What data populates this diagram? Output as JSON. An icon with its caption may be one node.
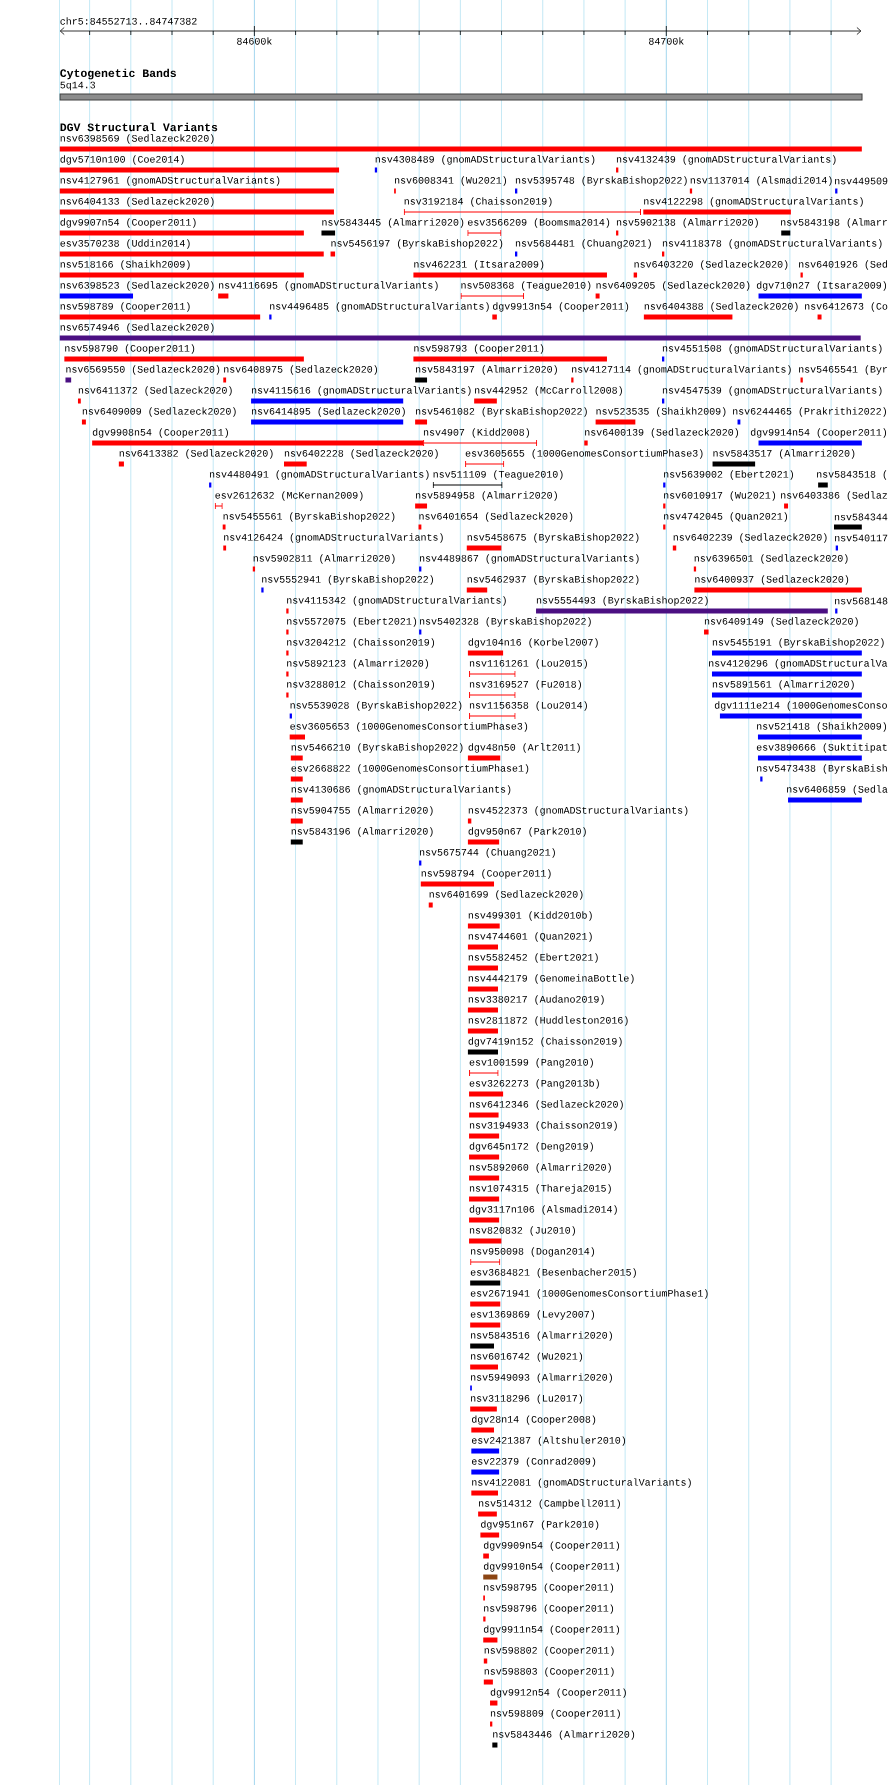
{
  "diagram": {
    "labels": [
      "chr5:84552713..84747382",
      "84600k",
      "84700k",
      "Cytogenetic Bands",
      "DGV Structural Variants"
    ],
    "nodes": [
      {
        "text": [],
        "shape": "bar",
        "beside": [
          "5q14.3"
        ]
      },
      {
        "text": [],
        "shape": "bar",
        "beside": [
          "nsv6398569 (Sedlazeck2020)"
        ]
      },
      {
        "text": [],
        "shape": "bar",
        "beside": [
          "dgv5710n100 (Coe2014)"
        ]
      },
      {
        "text": [],
        "shape": "bar",
        "beside": [
          "nsv4308489 (gnomADStructuralVariants)"
        ]
      },
      {
        "text": [],
        "shape": "bar",
        "beside": [
          "nsv4132439 (gnomADStructuralVariants)"
        ]
      },
      {
        "text": [],
        "shape": "bar",
        "beside": [
          "nsv4127961 (gnomADStructuralVariants)"
        ]
      },
      {
        "text": [],
        "shape": "bar",
        "beside": [
          "nsv6008341 (Wu2021)"
        ]
      },
      {
        "text": [],
        "shape": "bar",
        "beside": [
          "nsv5395748 (ByrskaBishop2022)"
        ]
      },
      {
        "text": [],
        "shape": "bar",
        "beside": [
          "nsv1137014 (Alsmadi2014)"
        ]
      },
      {
        "text": [],
        "shape": "bar",
        "beside": [
          "nsv449509"
        ]
      },
      {
        "text": [],
        "shape": "bar",
        "beside": [
          "nsv6404133 (Sedlazeck2020)"
        ]
      },
      {
        "text": [],
        "shape": "bar",
        "beside": [
          "nsv3192184 (Chaisson2019)"
        ]
      },
      {
        "text": [],
        "shape": "bar",
        "beside": [
          "nsv4122298 (gnomADStructuralVariants)"
        ]
      },
      {
        "text": [],
        "shape": "bar",
        "beside": [
          "dgv9907n54 (Cooper2011)"
        ]
      },
      {
        "text": [],
        "shape": "bar",
        "beside": [
          "nsv5843445 (Almarri2020)"
        ]
      },
      {
        "text": [],
        "shape": "bar",
        "beside": [
          "esv3566209 (Boomsma2014)"
        ]
      },
      {
        "text": [],
        "shape": "bar",
        "beside": [
          "nsv5902138 (Almarri2020)"
        ]
      },
      {
        "text": [],
        "shape": "bar",
        "beside": [
          "nsv5843198 (Almarr"
        ]
      },
      {
        "text": [],
        "shape": "bar",
        "beside": [
          "esv3570238 (Uddin2014)"
        ]
      },
      {
        "text": [],
        "shape": "bar",
        "beside": [
          "nsv5456197 (ByrskaBishop2022)"
        ]
      },
      {
        "text": [],
        "shape": "bar",
        "beside": [
          "nsv5684481 (Chuang2021)"
        ]
      },
      {
        "text": [],
        "shape": "bar",
        "beside": [
          "nsv4118378 (gnomADStructuralVariants)"
        ]
      },
      {
        "text": [],
        "shape": "bar",
        "beside": [
          "nsv518166 (Shaikh2009)"
        ]
      },
      {
        "text": [],
        "shape": "bar",
        "beside": [
          "nsv462231 (Itsara2009)"
        ]
      },
      {
        "text": [],
        "shape": "bar",
        "beside": [
          "nsv6403220 (Sedlazeck2020)"
        ]
      },
      {
        "text": [],
        "shape": "bar",
        "beside": [
          "nsv6401926 (Sed"
        ]
      },
      {
        "text": [],
        "shape": "bar",
        "beside": [
          "nsv6398523 (Sedlazeck2020)"
        ]
      },
      {
        "text": [],
        "shape": "bar",
        "beside": [
          "nsv4116695 (gnomADStructuralVariants)"
        ]
      },
      {
        "text": [],
        "shape": "bar",
        "beside": [
          "nsv508368 (Teague2010)"
        ]
      },
      {
        "text": [],
        "shape": "bar",
        "beside": [
          "nsv6409205 (Sedlazeck2020)"
        ]
      },
      {
        "text": [],
        "shape": "bar",
        "beside": [
          "dgv710n27 (Itsara2009)"
        ]
      },
      {
        "text": [],
        "shape": "bar",
        "beside": [
          "nsv598789 (Cooper2011)"
        ]
      },
      {
        "text": [],
        "shape": "bar",
        "beside": [
          "nsv4496485 (gnomADStructuralVariants)"
        ]
      },
      {
        "text": [],
        "shape": "bar",
        "beside": [
          "dgv9913n54 (Cooper2011)"
        ]
      },
      {
        "text": [],
        "shape": "bar",
        "beside": [
          "nsv6404388 (Sedlazeck2020)"
        ]
      },
      {
        "text": [],
        "shape": "bar",
        "beside": [
          "nsv6412673 (Co"
        ]
      },
      {
        "text": [],
        "shape": "bar",
        "beside": [
          "nsv6574946 (Sedlazeck2020)"
        ]
      },
      {
        "text": [],
        "shape": "bar",
        "beside": [
          "nsv598790 (Cooper2011)"
        ]
      },
      {
        "text": [],
        "shape": "bar",
        "beside": [
          "nsv598793 (Cooper2011)"
        ]
      },
      {
        "text": [],
        "shape": "bar",
        "beside": [
          "nsv4551508 (gnomADStructuralVariants)"
        ]
      },
      {
        "text": [],
        "shape": "bar",
        "beside": [
          "nsv6569550 (Sedlazeck2020)"
        ]
      },
      {
        "text": [],
        "shape": "bar",
        "beside": [
          "nsv6408975 (Sedlazeck2020)"
        ]
      },
      {
        "text": [],
        "shape": "bar",
        "beside": [
          "nsv5843197 (Almarri2020)"
        ]
      },
      {
        "text": [],
        "shape": "bar",
        "beside": [
          "nsv4127114 (gnomADStructuralVariants)"
        ]
      },
      {
        "text": [],
        "shape": "bar",
        "beside": [
          "nsv5465541 (Byr"
        ]
      },
      {
        "text": [],
        "shape": "bar",
        "beside": [
          "nsv6411372 (Sedlazeck2020)"
        ]
      },
      {
        "text": [],
        "shape": "bar",
        "beside": [
          "nsv4115616 (gnomADStructuralVariants)"
        ]
      },
      {
        "text": [],
        "shape": "bar",
        "beside": [
          "nsv442952 (McCarroll2008)"
        ]
      },
      {
        "text": [],
        "shape": "bar",
        "beside": [
          "nsv4547539 (gnomADStructuralVariants)"
        ]
      },
      {
        "text": [],
        "shape": "bar",
        "beside": [
          "nsv6409009 (Sedlazeck2020)"
        ]
      },
      {
        "text": [],
        "shape": "bar",
        "beside": [
          "nsv6414895 (Sedlazeck2020)"
        ]
      },
      {
        "text": [],
        "shape": "bar",
        "beside": [
          "nsv5461082 (ByrskaBishop2022)"
        ]
      },
      {
        "text": [],
        "shape": "bar",
        "beside": [
          "nsv523535 (Shaikh2009)"
        ]
      },
      {
        "text": [],
        "shape": "bar",
        "beside": [
          "nsv6244465 (Prakrithi2022)"
        ]
      },
      {
        "text": [],
        "shape": "bar",
        "beside": [
          "dgv9908n54 (Cooper2011)"
        ]
      },
      {
        "text": [],
        "shape": "bar",
        "beside": [
          "nsv4907 (Kidd2008)"
        ]
      },
      {
        "text": [],
        "shape": "bar",
        "beside": [
          "nsv6400139 (Sedlazeck2020)"
        ]
      },
      {
        "text": [],
        "shape": "bar",
        "beside": [
          "dgv9914n54 (Cooper2011)"
        ]
      },
      {
        "text": [],
        "shape": "bar",
        "beside": [
          "nsv6413382 (Sedlazeck2020)"
        ]
      },
      {
        "text": [],
        "shape": "bar",
        "beside": [
          "nsv6402228 (Sedlazeck2020)"
        ]
      },
      {
        "text": [],
        "shape": "bar",
        "beside": [
          "esv3605655 (1000GenomesConsortiumPhase3)"
        ]
      },
      {
        "text": [],
        "shape": "bar",
        "beside": [
          "nsv5843517 (Almarri2020)"
        ]
      },
      {
        "text": [],
        "shape": "bar",
        "beside": [
          "nsv4480491 (gnomADStructuralVariants)"
        ]
      },
      {
        "text": [],
        "shape": "bar",
        "beside": [
          "nsv511109 (Teague2010)"
        ]
      },
      {
        "text": [],
        "shape": "bar",
        "beside": [
          "nsv5639002 (Ebert2021)"
        ]
      },
      {
        "text": [],
        "shape": "bar",
        "beside": [
          "nsv5843518 ("
        ]
      },
      {
        "text": [],
        "shape": "bar",
        "beside": [
          "esv2612632 (McKernan2009)"
        ]
      },
      {
        "text": [],
        "shape": "bar",
        "beside": [
          "nsv5894958 (Almarri2020)"
        ]
      },
      {
        "text": [],
        "shape": "bar",
        "beside": [
          "nsv6010917 (Wu2021)"
        ]
      },
      {
        "text": [],
        "shape": "bar",
        "beside": [
          "nsv6403386 (Sedlaz"
        ]
      },
      {
        "text": [],
        "shape": "bar",
        "beside": [
          "nsv5455561 (ByrskaBishop2022)"
        ]
      },
      {
        "text": [],
        "shape": "bar",
        "beside": [
          "nsv6401654 (Sedlazeck2020)"
        ]
      },
      {
        "text": [],
        "shape": "bar",
        "beside": [
          "nsv4742045 (Quan2021)"
        ]
      },
      {
        "text": [],
        "shape": "bar",
        "beside": [
          "nsv584344"
        ]
      },
      {
        "text": [],
        "shape": "bar",
        "beside": [
          "nsv4126424 (gnomADStructuralVariants)"
        ]
      },
      {
        "text": [],
        "shape": "bar",
        "beside": [
          "nsv5458675 (ByrskaBishop2022)"
        ]
      },
      {
        "text": [],
        "shape": "bar",
        "beside": [
          "nsv6402239 (Sedlazeck2020)"
        ]
      },
      {
        "text": [],
        "shape": "bar",
        "beside": [
          "nsv540117"
        ]
      },
      {
        "text": [],
        "shape": "bar",
        "beside": [
          "nsv5902811 (Almarri2020)"
        ]
      },
      {
        "text": [],
        "shape": "bar",
        "beside": [
          "nsv4489867 (gnomADStructuralVariants)"
        ]
      },
      {
        "text": [],
        "shape": "bar",
        "beside": [
          "nsv6396501 (Sedlazeck2020)"
        ]
      },
      {
        "text": [],
        "shape": "bar",
        "beside": [
          "nsv5552941 (ByrskaBishop2022)"
        ]
      },
      {
        "text": [],
        "shape": "bar",
        "beside": [
          "nsv5462937 (ByrskaBishop2022)"
        ]
      },
      {
        "text": [],
        "shape": "bar",
        "beside": [
          "nsv6400937 (Sedlazeck2020)"
        ]
      },
      {
        "text": [],
        "shape": "bar",
        "beside": [
          "nsv4115342 (gnomADStructuralVariants)"
        ]
      },
      {
        "text": [],
        "shape": "bar",
        "beside": [
          "nsv5554493 (ByrskaBishop2022)"
        ]
      },
      {
        "text": [],
        "shape": "bar",
        "beside": [
          "nsv568148"
        ]
      },
      {
        "text": [],
        "shape": "bar",
        "beside": [
          "nsv5572075 (Ebert2021)"
        ]
      },
      {
        "text": [],
        "shape": "bar",
        "beside": [
          "nsv5402328 (ByrskaBishop2022)"
        ]
      },
      {
        "text": [],
        "shape": "bar",
        "beside": [
          "nsv6409149 (Sedlazeck2020)"
        ]
      },
      {
        "text": [],
        "shape": "bar",
        "beside": [
          "nsv3204212 (Chaisson2019)"
        ]
      },
      {
        "text": [],
        "shape": "bar",
        "beside": [
          "dgv104n16 (Korbel2007)"
        ]
      },
      {
        "text": [],
        "shape": "bar",
        "beside": [
          "nsv5455191 (ByrskaBishop2022)"
        ]
      },
      {
        "text": [],
        "shape": "bar",
        "beside": [
          "nsv5892123 (Almarri2020)"
        ]
      },
      {
        "text": [],
        "shape": "bar",
        "beside": [
          "nsv1161261 (Lou2015)"
        ]
      },
      {
        "text": [],
        "shape": "bar",
        "beside": [
          "nsv4120296 (gnomADStructuralVa"
        ]
      },
      {
        "text": [],
        "shape": "bar",
        "beside": [
          "nsv3288012 (Chaisson2019)"
        ]
      },
      {
        "text": [],
        "shape": "bar",
        "beside": [
          "nsv3169527 (Fu2018)"
        ]
      },
      {
        "text": [],
        "shape": "bar",
        "beside": [
          "nsv5891561 (Almarri2020)"
        ]
      },
      {
        "text": [],
        "shape": "bar",
        "beside": [
          "nsv5539028 (ByrskaBishop2022)"
        ]
      },
      {
        "text": [],
        "shape": "bar",
        "beside": [
          "nsv1156358 (Lou2014)"
        ]
      },
      {
        "text": [],
        "shape": "bar",
        "beside": [
          "dgv1111e214 (1000GenomesConso"
        ]
      },
      {
        "text": [],
        "shape": "bar",
        "beside": [
          "esv3605653 (1000GenomesConsortiumPhase3)"
        ]
      },
      {
        "text": [],
        "shape": "bar",
        "beside": [
          "nsv521418 (Shaikh2009)"
        ]
      },
      {
        "text": [],
        "shape": "bar",
        "beside": [
          "nsv5466210 (ByrskaBishop2022)"
        ]
      },
      {
        "text": [],
        "shape": "bar",
        "beside": [
          "dgv48n50 (Arlt2011)"
        ]
      },
      {
        "text": [],
        "shape": "bar",
        "beside": [
          "esv3890666 (Suktitipat"
        ]
      },
      {
        "text": [],
        "shape": "bar",
        "beside": [
          "esv2668822 (1000GenomesConsortiumPhase1)"
        ]
      },
      {
        "text": [],
        "shape": "bar",
        "beside": [
          "nsv5473438 (ByrskaBish"
        ]
      },
      {
        "text": [],
        "shape": "bar",
        "beside": [
          "nsv4130686 (gnomADStructuralVariants)"
        ]
      },
      {
        "text": [],
        "shape": "bar",
        "beside": [
          "nsv6406859 (Sedla"
        ]
      },
      {
        "text": [],
        "shape": "bar",
        "beside": [
          "nsv5904755 (Almarri2020)"
        ]
      },
      {
        "text": [],
        "shape": "bar",
        "beside": [
          "nsv4522373 (gnomADStructuralVariants)"
        ]
      },
      {
        "text": [],
        "shape": "bar",
        "beside": [
          "nsv5843196 (Almarri2020)"
        ]
      },
      {
        "text": [],
        "shape": "bar",
        "beside": [
          "dgv950n67 (Park2010)"
        ]
      },
      {
        "text": [],
        "shape": "bar",
        "beside": [
          "nsv5675744 (Chuang2021)"
        ]
      },
      {
        "text": [],
        "shape": "bar",
        "beside": [
          "nsv598794 (Cooper2011)"
        ]
      },
      {
        "text": [],
        "shape": "bar",
        "beside": [
          "nsv6401699 (Sedlazeck2020)"
        ]
      },
      {
        "text": [],
        "shape": "bar",
        "beside": [
          "nsv499301 (Kidd2010b)"
        ]
      },
      {
        "text": [],
        "shape": "bar",
        "beside": [
          "nsv4744601 (Quan2021)"
        ]
      },
      {
        "text": [],
        "shape": "bar",
        "beside": [
          "nsv5582452 (Ebert2021)"
        ]
      },
      {
        "text": [],
        "shape": "bar",
        "beside": [
          "nsv4442179 (GenomeinaBottle)"
        ]
      },
      {
        "text": [],
        "shape": "bar",
        "beside": [
          "nsv3380217 (Audano2019)"
        ]
      },
      {
        "text": [],
        "shape": "bar",
        "beside": [
          "nsv2811872 (Huddleston2016)"
        ]
      },
      {
        "text": [],
        "shape": "bar",
        "beside": [
          "dgv7419n152 (Chaisson2019)"
        ]
      },
      {
        "text": [],
        "shape": "bar",
        "beside": [
          "esv1001599 (Pang2010)"
        ]
      },
      {
        "text": [],
        "shape": "bar",
        "beside": [
          "esv3262273 (Pang2013b)"
        ]
      },
      {
        "text": [],
        "shape": "bar",
        "beside": [
          "nsv6412346 (Sedlazeck2020)"
        ]
      },
      {
        "text": [],
        "shape": "bar",
        "beside": [
          "nsv3194933 (Chaisson2019)"
        ]
      },
      {
        "text": [],
        "shape": "bar",
        "beside": [
          "dgv645n172 (Deng2019)"
        ]
      },
      {
        "text": [],
        "shape": "bar",
        "beside": [
          "nsv5892060 (Almarri2020)"
        ]
      },
      {
        "text": [],
        "shape": "bar",
        "beside": [
          "nsv1074315 (Thareja2015)"
        ]
      },
      {
        "text": [],
        "shape": "bar",
        "beside": [
          "dgv3117n106 (Alsmadi2014)"
        ]
      },
      {
        "text": [],
        "shape": "bar",
        "beside": [
          "nsv820832 (Ju2010)"
        ]
      },
      {
        "text": [],
        "shape": "bar",
        "beside": [
          "nsv950098 (Dogan2014)"
        ]
      },
      {
        "text": [],
        "shape": "bar",
        "beside": [
          "esv3684821 (Besenbacher2015)"
        ]
      },
      {
        "text": [],
        "shape": "bar",
        "beside": [
          "esv2671941 (1000GenomesConsortiumPhase1)"
        ]
      },
      {
        "text": [],
        "shape": "bar",
        "beside": [
          "esv1369869 (Levy2007)"
        ]
      },
      {
        "text": [],
        "shape": "bar",
        "beside": [
          "nsv5843516 (Almarri2020)"
        ]
      },
      {
        "text": [],
        "shape": "bar",
        "beside": [
          "nsv6016742 (Wu2021)"
        ]
      },
      {
        "text": [],
        "shape": "bar",
        "beside": [
          "nsv5949093 (Almarri2020)"
        ]
      },
      {
        "text": [],
        "shape": "bar",
        "beside": [
          "nsv3118296 (Lu2017)"
        ]
      },
      {
        "text": [],
        "shape": "bar",
        "beside": [
          "dgv28n14 (Cooper2008)"
        ]
      },
      {
        "text": [],
        "shape": "bar",
        "beside": [
          "esv2421387 (Altshuler2010)"
        ]
      },
      {
        "text": [],
        "shape": "bar",
        "beside": [
          "esv22379 (Conrad2009)"
        ]
      },
      {
        "text": [],
        "shape": "bar",
        "beside": [
          "nsv4122081 (gnomADStructuralVariants)"
        ]
      },
      {
        "text": [],
        "shape": "bar",
        "beside": [
          "nsv514312 (Campbell2011)"
        ]
      },
      {
        "text": [],
        "shape": "bar",
        "beside": [
          "dgv951n67 (Park2010)"
        ]
      },
      {
        "text": [],
        "shape": "bar",
        "beside": [
          "dgv9909n54 (Cooper2011)"
        ]
      },
      {
        "text": [],
        "shape": "bar",
        "beside": [
          "dgv9910n54 (Cooper2011)"
        ]
      },
      {
        "text": [],
        "shape": "bar",
        "beside": [
          "nsv598795 (Cooper2011)"
        ]
      },
      {
        "text": [],
        "shape": "bar",
        "beside": [
          "nsv598796 (Cooper2011)"
        ]
      },
      {
        "text": [],
        "shape": "bar",
        "beside": [
          "dgv9911n54 (Cooper2011)"
        ]
      },
      {
        "text": [],
        "shape": "bar",
        "beside": [
          "nsv598802 (Cooper2011)"
        ]
      },
      {
        "text": [],
        "shape": "bar",
        "beside": [
          "nsv598803 (Cooper2011)"
        ]
      },
      {
        "text": [],
        "shape": "bar",
        "beside": [
          "dgv9912n54 (Cooper2011)"
        ]
      },
      {
        "text": [],
        "shape": "bar",
        "beside": [
          "nsv598809 (Cooper2011)"
        ]
      },
      {
        "text": [],
        "shape": "bar",
        "beside": [
          "nsv5843446 (Almarri2020)"
        ]
      }
    ]
  }
}
